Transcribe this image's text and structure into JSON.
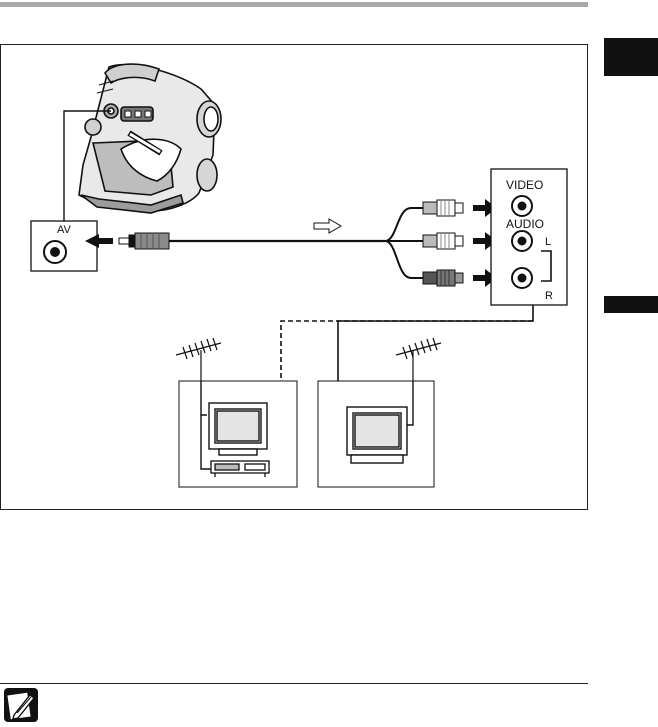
{
  "page": {
    "header_rule": "gray",
    "side_tabs": [
      "black-tab",
      "black-tab"
    ]
  },
  "diagram": {
    "device": "camcorder-icon",
    "camcorder_jack_label": "AV",
    "panel_labels": {
      "video": "VIDEO",
      "audio": "AUDIO",
      "left": "L",
      "right": "R"
    },
    "signal_direction": "arrow-right-outline-icon",
    "vcr_setup": [
      "antenna-icon",
      "tv-icon",
      "vcr-icon"
    ],
    "tv_setup": [
      "antenna-icon",
      "tv-icon"
    ]
  },
  "note": {
    "icon": "pencil-note-icon"
  },
  "colors": {
    "ink": "#111111",
    "rule_gray": "#a9a9a9",
    "plug_gray": "#8a8a8a"
  }
}
